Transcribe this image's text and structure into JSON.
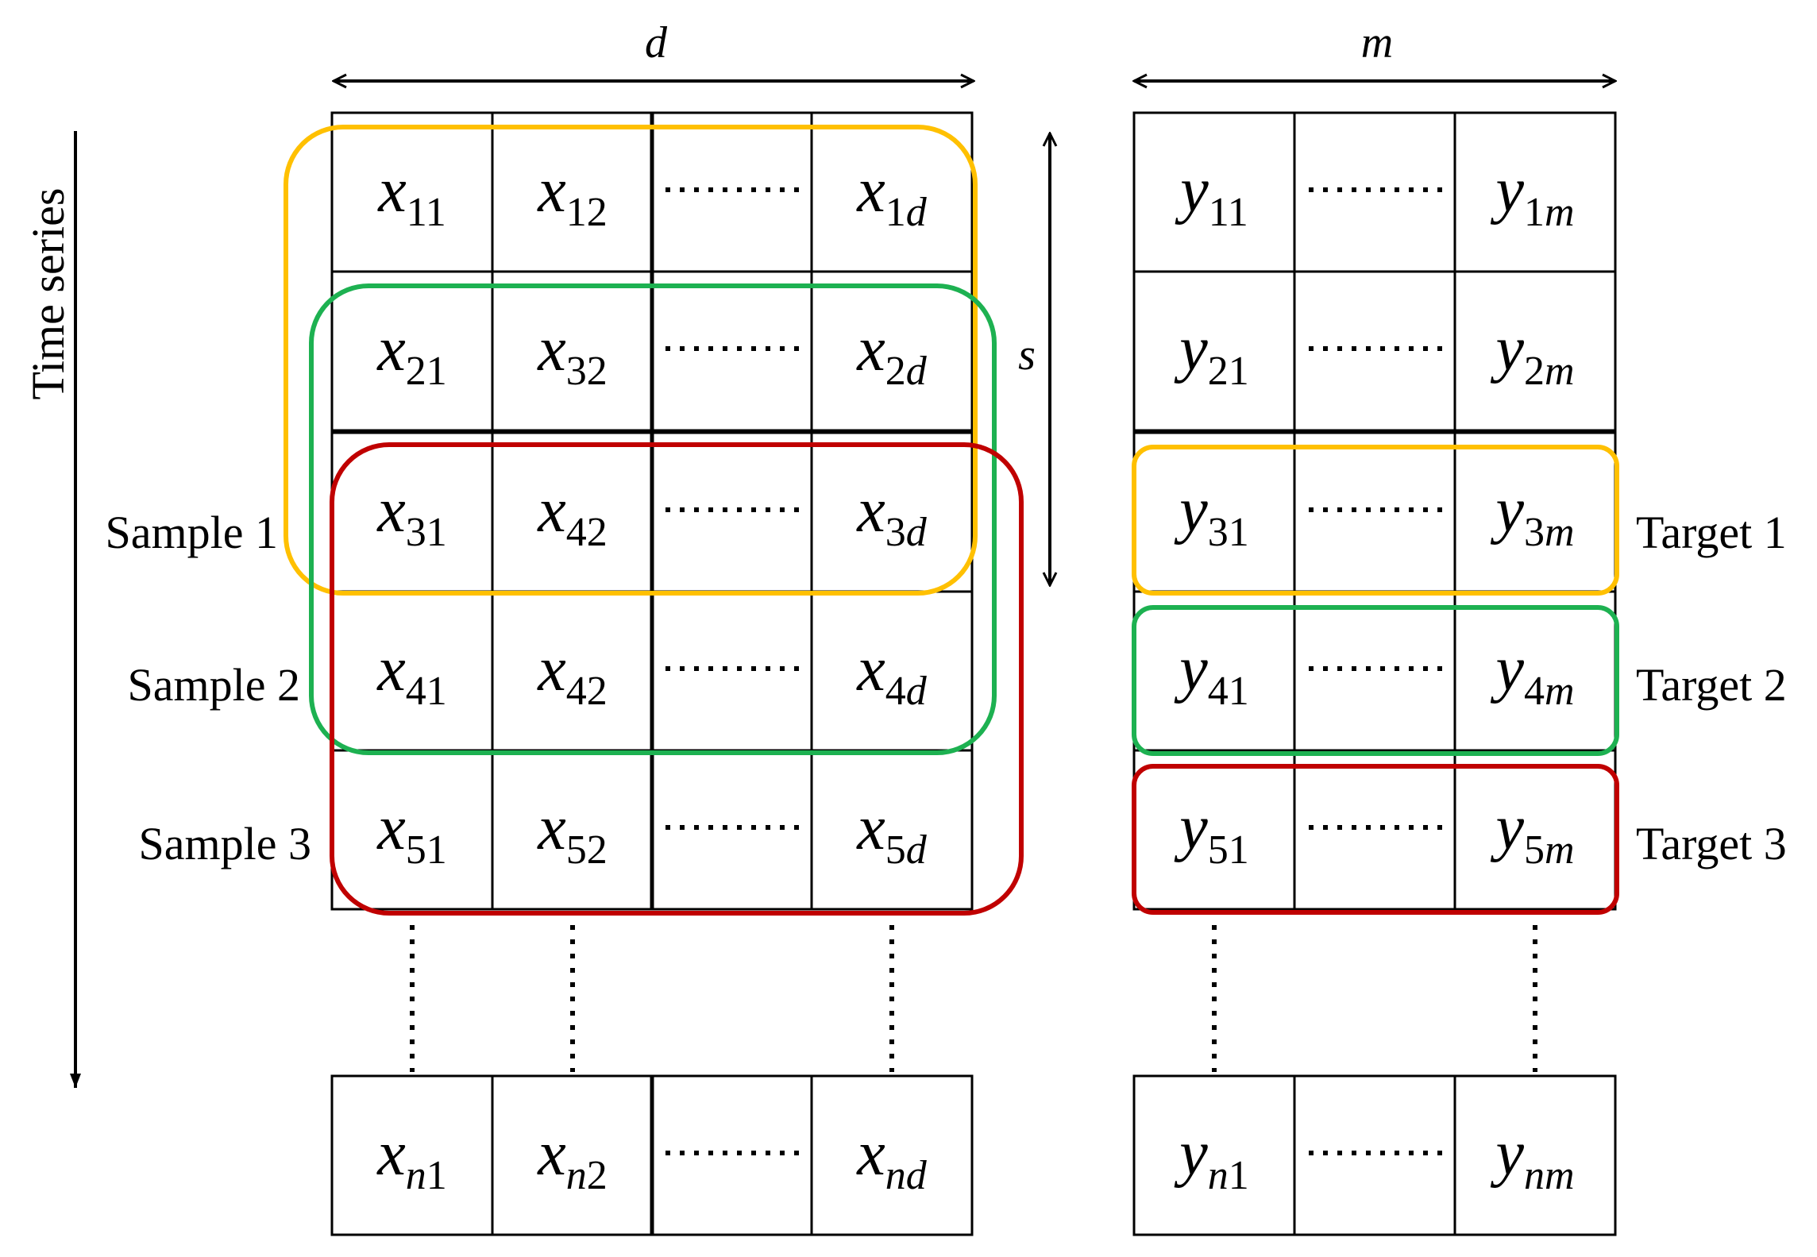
{
  "axis": {
    "time_label": "Time series",
    "d_label": "d",
    "m_label": "m",
    "s_label": "s"
  },
  "x_cells": [
    [
      {
        "v": "x",
        "s": "11"
      },
      {
        "v": "x",
        "s": "12"
      },
      null,
      {
        "v": "x",
        "s": "1",
        "si": "d"
      }
    ],
    [
      {
        "v": "x",
        "s": "21"
      },
      {
        "v": "x",
        "s": "32"
      },
      null,
      {
        "v": "x",
        "s": "2",
        "si": "d"
      }
    ],
    [
      {
        "v": "x",
        "s": "31"
      },
      {
        "v": "x",
        "s": "42"
      },
      null,
      {
        "v": "x",
        "s": "3",
        "si": "d"
      }
    ],
    [
      {
        "v": "x",
        "s": "41"
      },
      {
        "v": "x",
        "s": "42"
      },
      null,
      {
        "v": "x",
        "s": "4",
        "si": "d"
      }
    ],
    [
      {
        "v": "x",
        "s": "51"
      },
      {
        "v": "x",
        "s": "52"
      },
      null,
      {
        "v": "x",
        "s": "5",
        "si": "d"
      }
    ],
    [
      {
        "v": "x",
        "si": "n",
        "s": "1"
      },
      {
        "v": "x",
        "si": "n",
        "s": "2"
      },
      null,
      {
        "v": "x",
        "si": "nd",
        "s": ""
      }
    ]
  ],
  "y_cells": [
    [
      {
        "v": "y",
        "s": "11"
      },
      null,
      {
        "v": "y",
        "s": "1",
        "si": "m"
      }
    ],
    [
      {
        "v": "y",
        "s": "21"
      },
      null,
      {
        "v": "y",
        "s": "2",
        "si": "m"
      }
    ],
    [
      {
        "v": "y",
        "s": "31"
      },
      null,
      {
        "v": "y",
        "s": "3",
        "si": "m"
      }
    ],
    [
      {
        "v": "y",
        "s": "41"
      },
      null,
      {
        "v": "y",
        "s": "4",
        "si": "m"
      }
    ],
    [
      {
        "v": "y",
        "s": "51"
      },
      null,
      {
        "v": "y",
        "s": "5",
        "si": "m"
      }
    ],
    [
      {
        "v": "y",
        "si": "n",
        "s": "1"
      },
      null,
      {
        "v": "y",
        "si": "nm",
        "s": ""
      }
    ]
  ],
  "samples": [
    {
      "label": "Sample 1",
      "color": "#FFC000"
    },
    {
      "label": "Sample 2",
      "color": "#1DB151"
    },
    {
      "label": "Sample 3",
      "color": "#C00000"
    }
  ],
  "targets": [
    {
      "label": "Target 1",
      "color": "#FFC000"
    },
    {
      "label": "Target 2",
      "color": "#1DB151"
    },
    {
      "label": "Target 3",
      "color": "#C00000"
    }
  ]
}
